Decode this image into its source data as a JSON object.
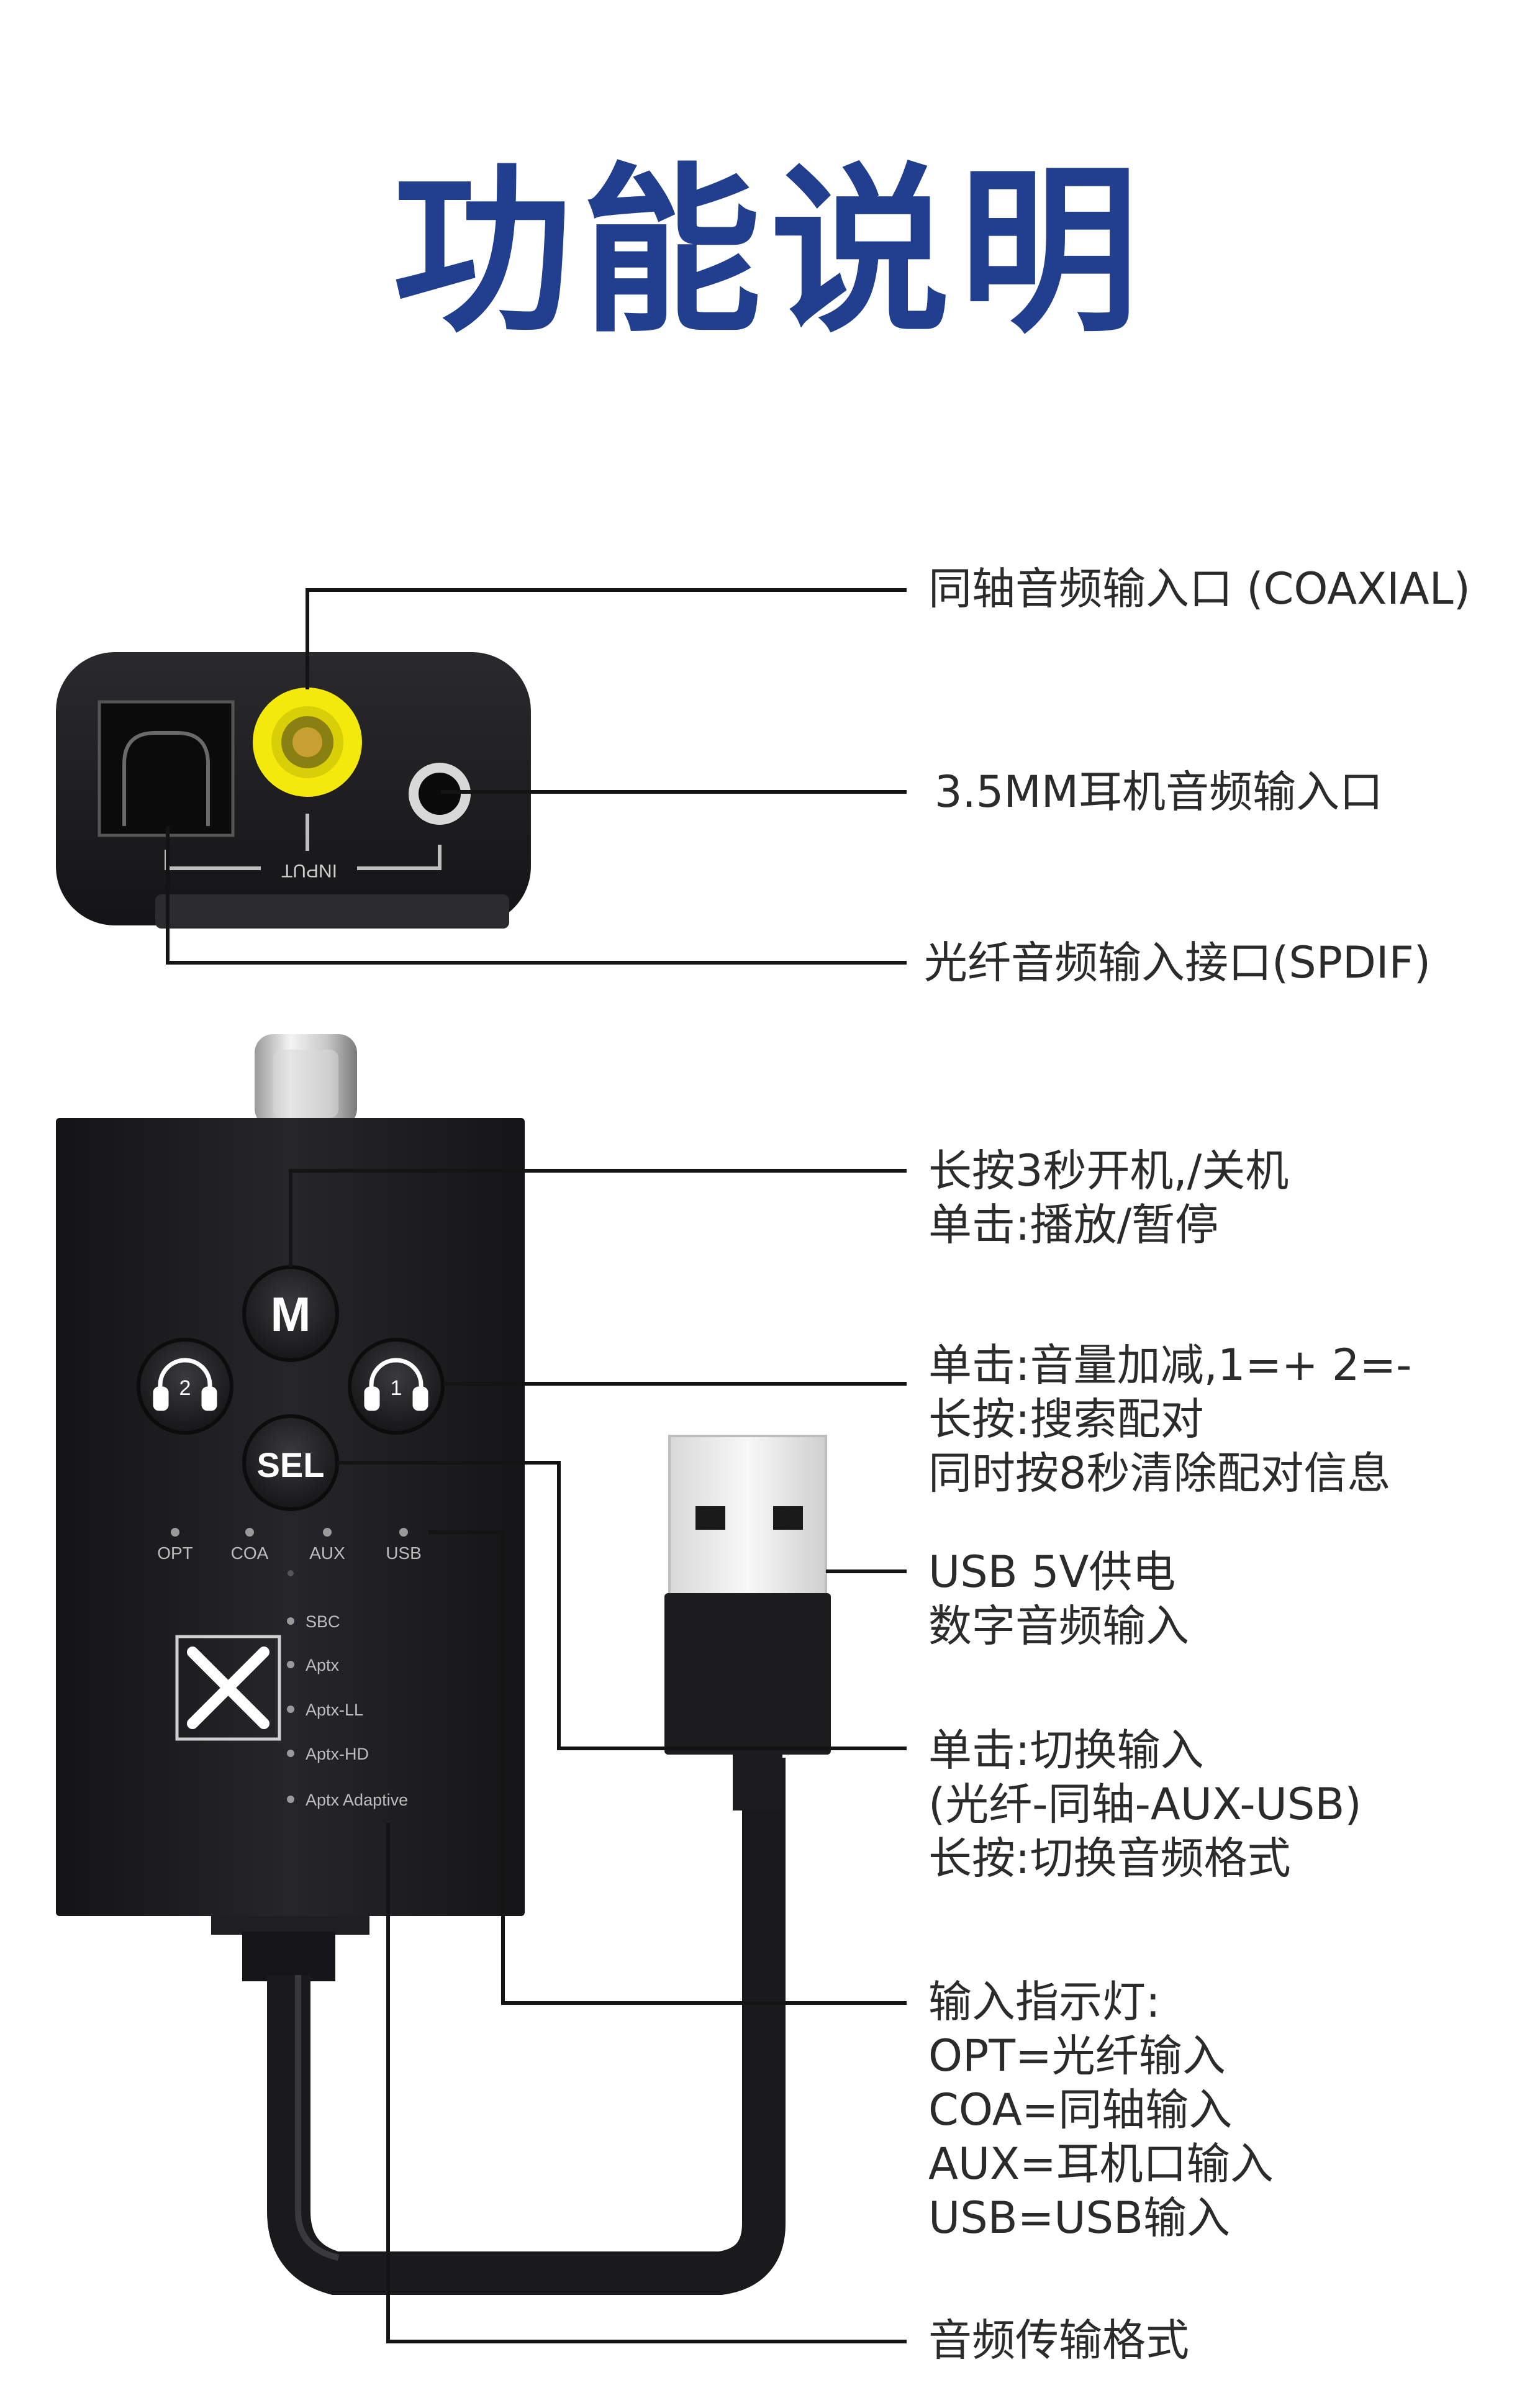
{
  "page": {
    "title": "功能说明",
    "title_color": "#213f8e",
    "text_color": "#2b2b2b",
    "device_color": "#1b1b1d",
    "rca_color": "#f3ea0c"
  },
  "top_device": {
    "panel_text": "INPUT",
    "callouts": [
      {
        "id": "coaxial",
        "lines": [
          "同轴音频输入口 (COAXIAL)"
        ]
      },
      {
        "id": "aux",
        "lines": [
          "3.5MM耳机音频输入口"
        ]
      },
      {
        "id": "optical",
        "lines": [
          "光纤音频输入接口(SPDIF)"
        ]
      }
    ]
  },
  "main_device": {
    "buttons": {
      "m": "M",
      "sel": "SEL",
      "hp_left": "2",
      "hp_right": "1"
    },
    "input_leds": [
      "OPT",
      "COA",
      "AUX",
      "USB"
    ],
    "format_leds": [
      "SBC",
      "Aptx",
      "Aptx-LL",
      "Aptx-HD",
      "Aptx Adaptive"
    ],
    "callouts": [
      {
        "id": "m-button",
        "lines": [
          "长按3秒开机,/关机",
          "单击:播放/暂停"
        ]
      },
      {
        "id": "headphone-buttons",
        "lines": [
          "单击:音量加减,1=+  2=-",
          "长按:搜索配对",
          "同时按8秒清除配对信息"
        ]
      },
      {
        "id": "usb-power",
        "lines": [
          "USB 5V供电",
          "数字音频输入"
        ]
      },
      {
        "id": "sel-button",
        "lines": [
          "单击:切换输入",
          "(光纤-同轴-AUX-USB)",
          "长按:切换音频格式"
        ]
      },
      {
        "id": "input-indicators",
        "lines": [
          "输入指示灯:",
          "OPT=光纤输入",
          "COA=同轴输入",
          "AUX=耳机口输入",
          "USB=USB输入"
        ]
      },
      {
        "id": "format-indicators",
        "lines": [
          "音频传输格式"
        ]
      }
    ]
  }
}
